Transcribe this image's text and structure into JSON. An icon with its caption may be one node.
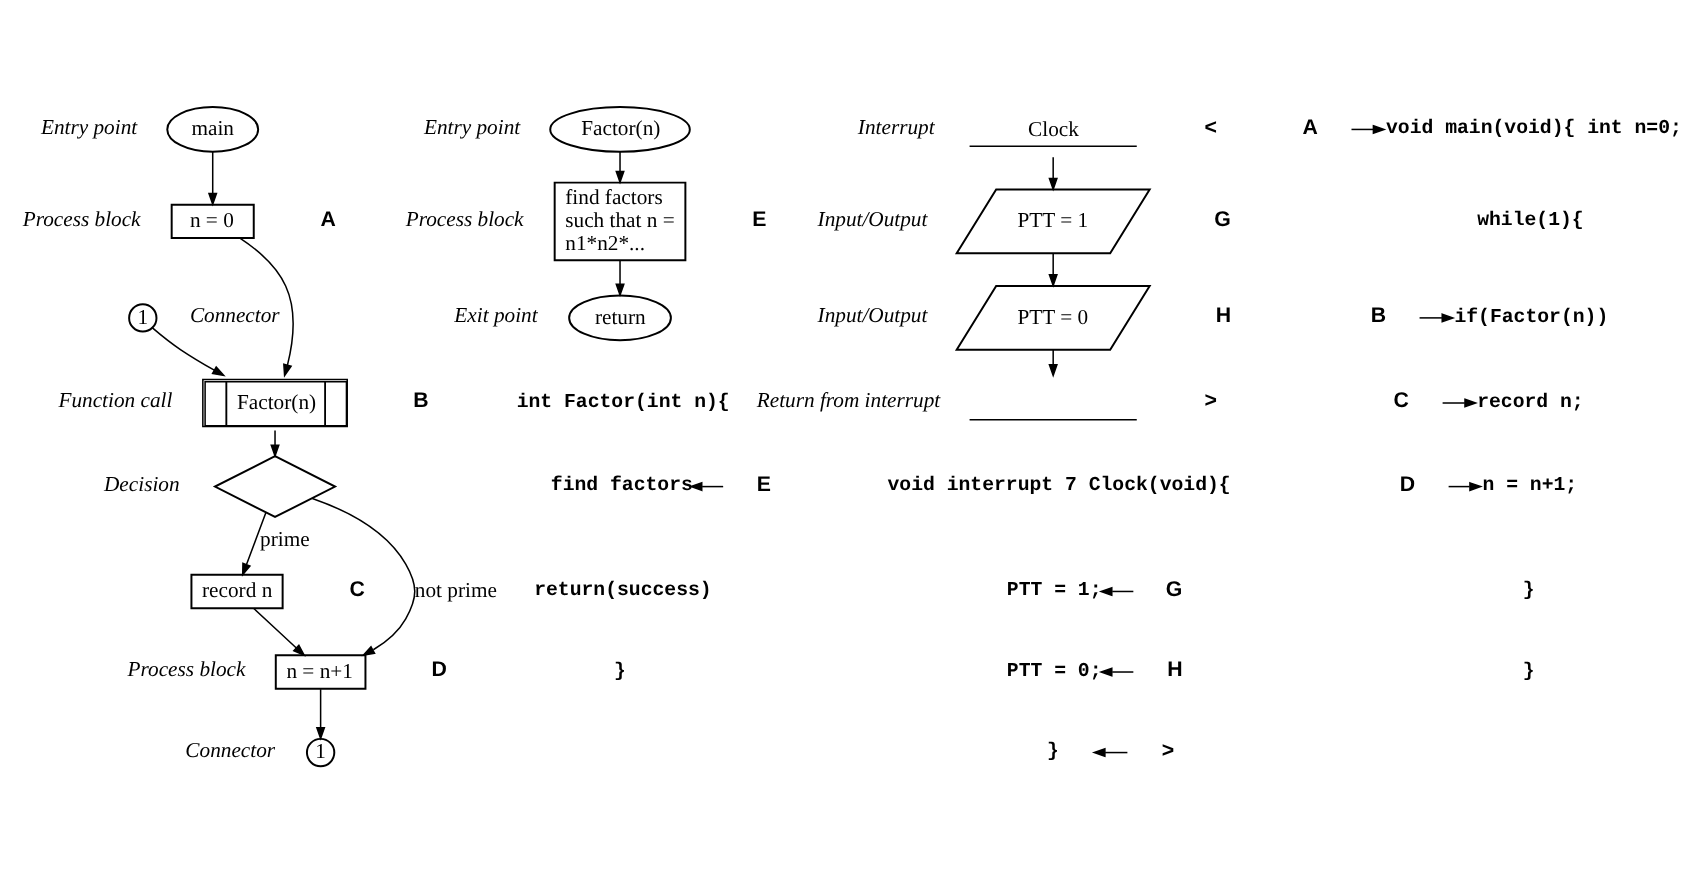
{
  "diagram": {
    "nodes": [
      {
        "text": [
          "main"
        ],
        "beside": [
          "Entry point"
        ]
      },
      {
        "text": [
          "n = 0"
        ],
        "beside": [
          "Process block",
          "A"
        ]
      },
      {
        "text": [
          "1"
        ],
        "beside": [
          "Connector"
        ]
      },
      {
        "text": [
          "Factor(n)"
        ],
        "beside": [
          "Function call",
          "B"
        ]
      },
      {
        "text": [],
        "shape": "diamond",
        "beside": [
          "Decision"
        ]
      },
      {
        "text": [
          "record n"
        ],
        "beside": [
          "C"
        ]
      },
      {
        "text": [
          "n = n+1"
        ],
        "beside": [
          "Process block",
          "D"
        ]
      },
      {
        "text": [
          "1"
        ],
        "beside": [
          "Connector"
        ]
      },
      {
        "text": [
          "Factor(n)"
        ],
        "beside": [
          "Entry point"
        ]
      },
      {
        "text": [
          "find factors such that n = n1*n2*..."
        ],
        "beside": [
          "Process block",
          "E"
        ]
      },
      {
        "text": [
          "return"
        ],
        "beside": [
          "Exit point"
        ]
      },
      {
        "text": [
          "Clock"
        ],
        "beside": [
          "Interrupt",
          "<"
        ]
      },
      {
        "text": [
          "PTT = 1"
        ],
        "beside": [
          "Input/Output",
          "G"
        ]
      },
      {
        "text": [
          "PTT = 0"
        ],
        "beside": [
          "Input/Output",
          "H"
        ]
      },
      {
        "text": [],
        "shape": "bar",
        "beside": [
          "Return from interrupt",
          ">"
        ]
      },
      {
        "text": [
          "void main(void){ int n=0;"
        ]
      },
      {
        "text": [
          "while(1){"
        ]
      },
      {
        "text": [
          "if(Factor(n))"
        ]
      },
      {
        "text": [
          "record n;"
        ]
      },
      {
        "text": [
          "n = n+1;"
        ]
      },
      {
        "text": [
          "}"
        ]
      },
      {
        "text": [
          "}"
        ]
      },
      {
        "text": [
          "A"
        ]
      },
      {
        "text": [
          "B"
        ]
      },
      {
        "text": [
          "C"
        ]
      },
      {
        "text": [
          "D"
        ]
      },
      {
        "text": [
          "int Factor(int n){"
        ]
      },
      {
        "text": [
          "find factors"
        ]
      },
      {
        "text": [
          "return(success)"
        ]
      },
      {
        "text": [
          "}"
        ]
      },
      {
        "text": [
          "E"
        ]
      },
      {
        "text": [
          "void interrupt 7 Clock(void){"
        ]
      },
      {
        "text": [
          "PTT = 1;"
        ]
      },
      {
        "text": [
          "PTT = 0;"
        ]
      },
      {
        "text": [
          "}"
        ]
      },
      {
        "text": [
          "G"
        ]
      },
      {
        "text": [
          "H"
        ]
      },
      {
        "text": [
          ">"
        ]
      }
    ],
    "edges": [
      {
        "from": 0,
        "to": 1,
        "arrow": "to"
      },
      {
        "from": 2,
        "to": 3,
        "arrow": "to"
      },
      {
        "from": 1,
        "to": 3,
        "arrow": "to"
      },
      {
        "from": 3,
        "to": 4,
        "arrow": "to"
      },
      {
        "from": 4,
        "to": 5,
        "label": "prime",
        "arrow": "to"
      },
      {
        "from": 4,
        "to": 6,
        "label": "not prime",
        "arrow": "to"
      },
      {
        "from": 5,
        "to": 6,
        "arrow": "to"
      },
      {
        "from": 6,
        "to": 7,
        "arrow": "to"
      },
      {
        "from": 8,
        "to": 9,
        "arrow": "to"
      },
      {
        "from": 9,
        "to": 10,
        "arrow": "to"
      },
      {
        "from": 11,
        "to": 12,
        "arrow": "to"
      },
      {
        "from": 12,
        "to": 13,
        "arrow": "to"
      },
      {
        "from": 13,
        "to": 14,
        "arrow": "to"
      },
      {
        "from": 22,
        "to": 15,
        "arrow": "to"
      },
      {
        "from": 23,
        "to": 17,
        "arrow": "to"
      },
      {
        "from": 24,
        "to": 18,
        "arrow": "to"
      },
      {
        "from": 25,
        "to": 19,
        "arrow": "to"
      },
      {
        "from": 30,
        "to": 27,
        "arrow": "to"
      },
      {
        "from": 35,
        "to": 32,
        "arrow": "to"
      },
      {
        "from": 36,
        "to": 33,
        "arrow": "to"
      },
      {
        "from": 37,
        "to": 34,
        "arrow": "to"
      }
    ]
  }
}
